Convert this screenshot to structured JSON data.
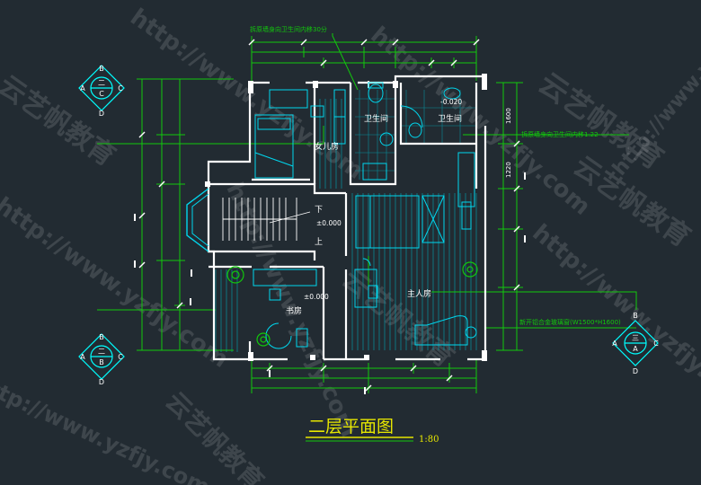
{
  "drawing": {
    "title": "二层平面图",
    "scale": "1:80"
  },
  "rooms": {
    "daughter": "女儿房",
    "bath1": "卫生间",
    "bath2": "卫生间",
    "master": "主人房",
    "study": "书房",
    "stair_down": "下",
    "stair_up": "上"
  },
  "elevations": {
    "stair": "±0.000",
    "study": "±0.000",
    "bath2": "-0.020"
  },
  "annotations": {
    "top": "拆原墙身向卫生间内移30分",
    "right": "拆原墙身向卫生间内移1.22",
    "window": "新开铝合金玻璃窗(W1500*H1600)"
  },
  "dimensions": {
    "d1": "1600",
    "d2": "1220"
  },
  "section_markers": [
    {
      "top": "B",
      "left": "A",
      "right": "C",
      "bottom": "D",
      "upper": "二",
      "lower": "C"
    },
    {
      "top": "B",
      "left": "A",
      "right": "C",
      "bottom": "D",
      "upper": "二",
      "lower": "B"
    },
    {
      "top": "B",
      "left": "A",
      "right": "C",
      "bottom": "D",
      "upper": "三",
      "lower": "A"
    }
  ],
  "watermarks": {
    "url": "http://www.yzfjy.com",
    "brand": "云艺帆教育"
  },
  "colors": {
    "background": "#222b32",
    "wall": "#ffffff",
    "dimension": "#12c80c",
    "furniture": "#00d7ee",
    "title": "#e6e600",
    "hatch": "#00a5b5",
    "marker": "#00ffff"
  }
}
